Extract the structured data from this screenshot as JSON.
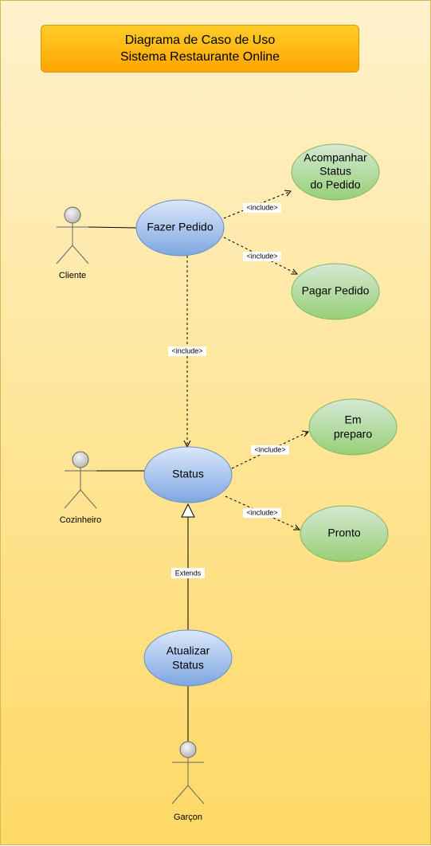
{
  "title": {
    "line1": "Diagrama de Caso de Uso",
    "line2": "Sistema Restaurante Online"
  },
  "actors": {
    "cliente": "Cliente",
    "cozinheiro": "Cozinheiro",
    "garcon": "Garçon"
  },
  "use_cases": {
    "fazer_pedido": [
      "Fazer Pedido"
    ],
    "acompanhar": [
      "Acompanhar",
      "Status",
      "do Pedido"
    ],
    "pagar": [
      "Pagar Pedido"
    ],
    "status": [
      "Status"
    ],
    "em_preparo": [
      "Em",
      "preparo"
    ],
    "pronto": [
      "Pronto"
    ],
    "atualizar": [
      "Atualizar",
      "Status"
    ]
  },
  "relations": {
    "include_label": "<include>",
    "extends_label": "Extends"
  },
  "colors": {
    "blue_top": "#dae8fc",
    "blue_bottom": "#7ea6e0",
    "blue_stroke": "#6c8ebf",
    "green_top": "#d5e8d4",
    "green_bottom": "#97d077",
    "green_stroke": "#82b366",
    "actor_fill": "#f5f5f5",
    "actor_stroke": "#666666"
  }
}
